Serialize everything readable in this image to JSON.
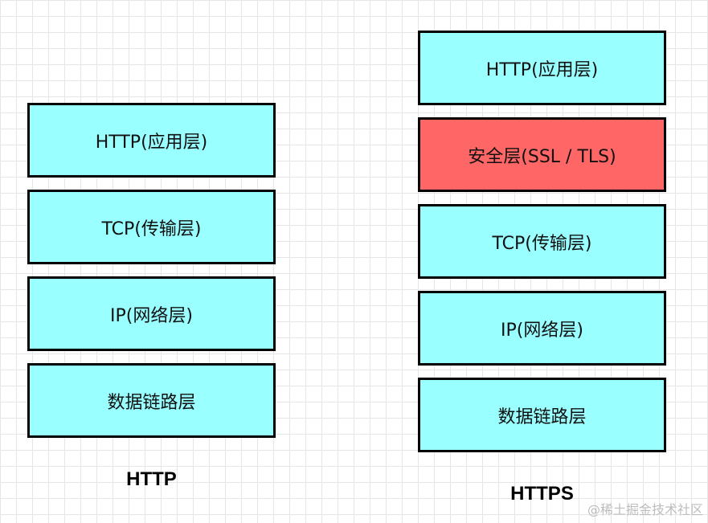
{
  "colors": {
    "layer_fill": "#99ffff",
    "security_fill": "#ff6666",
    "border": "#000000"
  },
  "http_stack": {
    "caption": "HTTP",
    "layers": [
      "HTTP(应用层)",
      "TCP(传输层)",
      "IP(网络层)",
      "数据链路层"
    ]
  },
  "https_stack": {
    "caption": "HTTPS",
    "layers": [
      "HTTP(应用层)",
      "安全层(SSL / TLS)",
      "TCP(传输层)",
      "IP(网络层)",
      "数据链路层"
    ]
  },
  "watermark": "@稀土掘金技术社区"
}
